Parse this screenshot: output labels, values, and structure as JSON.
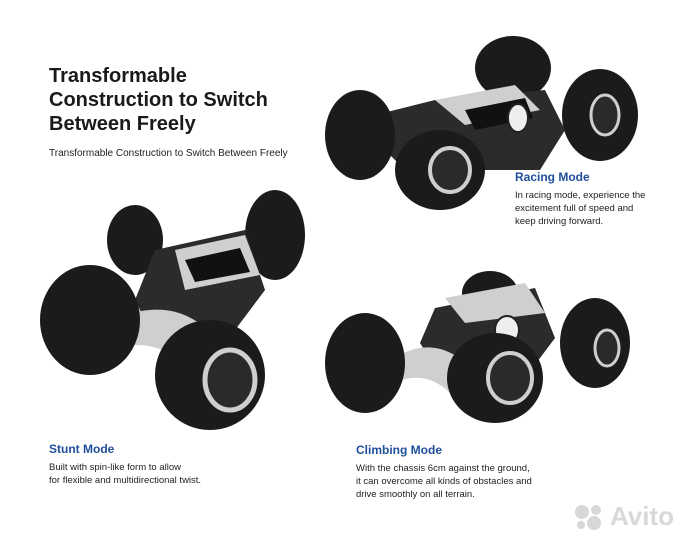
{
  "header": {
    "title_lines": [
      "Transformable",
      "Construction to Switch",
      "Between Freely"
    ],
    "subtitle": "Transformable Construction to Switch Between Freely"
  },
  "modes": {
    "racing": {
      "title": "Racing Mode",
      "desc_lines": [
        "In racing mode, experience the",
        "excitement full of speed and",
        "keep driving forward."
      ]
    },
    "stunt": {
      "title": "Stunt Mode",
      "desc_lines": [
        "Built with spin-like form to allow",
        "for flexible and multidirectional twist."
      ]
    },
    "climbing": {
      "title": "Climbing Mode",
      "desc_lines": [
        "With the chassis 6cm against the ground,",
        "it can overcome all kinds of obstacles and",
        "drive smoothly on all terrain."
      ]
    }
  },
  "watermark": {
    "text": "Avito",
    "icon": "avito-logo-icon"
  },
  "colors": {
    "accent": "#1f4e9a",
    "tire": "#1b1b1b",
    "body": "#2a2a2a",
    "chrome": "#cfcfcf"
  }
}
